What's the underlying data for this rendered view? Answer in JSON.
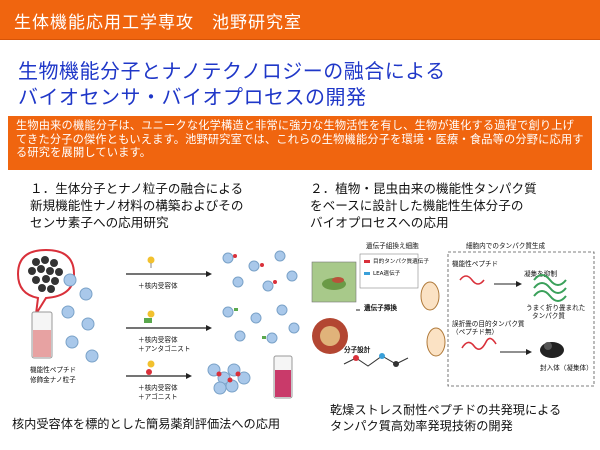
{
  "header": {
    "title": "生体機能応用工学専攻　池野研究室"
  },
  "main_title": {
    "line1": "生物機能分子とナノテクノロジーの融合による",
    "line2": "バイオセンサ・バイオプロセスの開発"
  },
  "summary": "生物由来の機能分子は、ユニークな化学構造と非常に強力な生物活性を有し、生物が進化する過程で創り上げてきた分子の傑作ともいえます。池野研究室では、これらの生物機能分子を環境・医療・食品等の分野に応用する研究を展開しています。",
  "section1": {
    "line1": "１．生体分子とナノ粒子の融合による",
    "line2": "新規機能性ナノ材料の構築およびその",
    "line3": "センサ素子への応用研究",
    "figure": {
      "particle_label_1": "機能性ペプチド",
      "particle_label_2": "修飾金ナノ粒子",
      "row1_label": "＋核内受容体",
      "row2_label_1": "＋核内受容体",
      "row2_label_2": "＋アンタゴニスト",
      "row3_label_1": "＋核内受容体",
      "row3_label_2": "＋アゴニスト"
    },
    "caption": "核内受容体を標的とした簡易薬剤評価法への応用"
  },
  "section2": {
    "line1": "２．植物・昆虫由来の機能性タンパク質",
    "line2": "をベースに設計した機能性生体分子の",
    "line3": "バイオプロセスへの応用",
    "figure": {
      "gene_label": "遺伝子組換え細胞",
      "legend_1": "目的タンパク質遺伝子",
      "legend_2": "LEA遺伝子",
      "gene_swap": "遺伝子挿換",
      "molecule_design": "分子設計",
      "cell_box_title": "細胞内でのタンパク質生成",
      "peptide_label": "機能性ペプチド",
      "aggregation_label": "凝集を抑制",
      "folded_label_1": "うまく折り畳まれた",
      "folded_label_2": "タンパク質",
      "misfold_label_1": "誤折畳の目的タンパク質",
      "misfold_label_2": "（ペプチド無）",
      "aggregate_label": "封入体（凝集体）"
    },
    "caption_line1": "乾燥ストレス耐性ペプチドの共発現による",
    "caption_line2": "タンパク質高効率発現技術の開発"
  },
  "colors": {
    "header_bg": "#f0650f",
    "title_blue": "#1f37c8",
    "nanoparticle_blue": "#a9c8ea",
    "nanoparticle_pink": "#e9a1a8",
    "receptor_red": "#d9303a"
  }
}
